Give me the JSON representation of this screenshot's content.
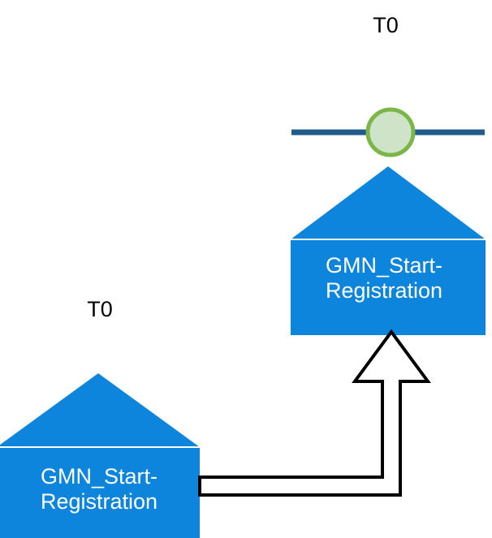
{
  "diagram": {
    "type": "message-flow-diagram",
    "background_color": "#ffffff",
    "shape_fill": "#0d85dd",
    "accent_line_color": "#1f5c8b",
    "token_fill": "#cfe3c8",
    "token_stroke": "#7ab648",
    "nodes": [
      {
        "id": "top-node",
        "name": "GMN_Start-Registration",
        "label": "GMN_Start-\nRegistration",
        "time_label": "T0",
        "has_token": true
      },
      {
        "id": "bottom-node",
        "name": "GMN_Start-Registration",
        "label": "GMN_Start-\nRegistration",
        "time_label": "T0",
        "has_token": false
      }
    ],
    "connector": {
      "name": "flow-arrow",
      "from": "bottom-node",
      "to": "top-node",
      "style": "block-arrow-elbow",
      "stroke": "#000000",
      "fill": "#ffffff"
    }
  }
}
